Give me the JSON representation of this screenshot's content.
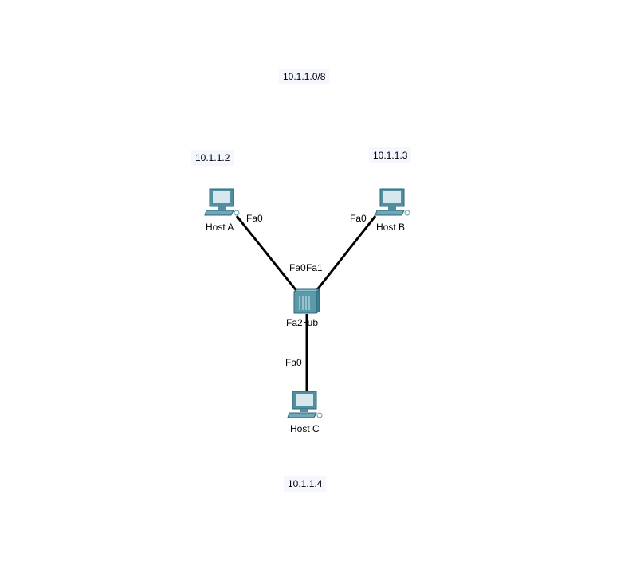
{
  "notes": {
    "network": "10.1.1.0/8",
    "host_a_ip": "10.1.1.2",
    "host_b_ip": "10.1.1.3",
    "host_c_ip": "10.1.1.4"
  },
  "devices": {
    "host_a": "Host A",
    "host_b": "Host B",
    "host_c": "Host C",
    "hub": "Hub"
  },
  "ports": {
    "host_a_port": "Fa0",
    "host_b_port": "Fa0",
    "host_c_port": "Fa0",
    "hub_port_a": "Fa0",
    "hub_port_b": "Fa1",
    "hub_port_c": "Fa2"
  },
  "colors": {
    "device": "#5b9aa9",
    "link": "#000000",
    "note_bg": "#f5f7ff"
  }
}
